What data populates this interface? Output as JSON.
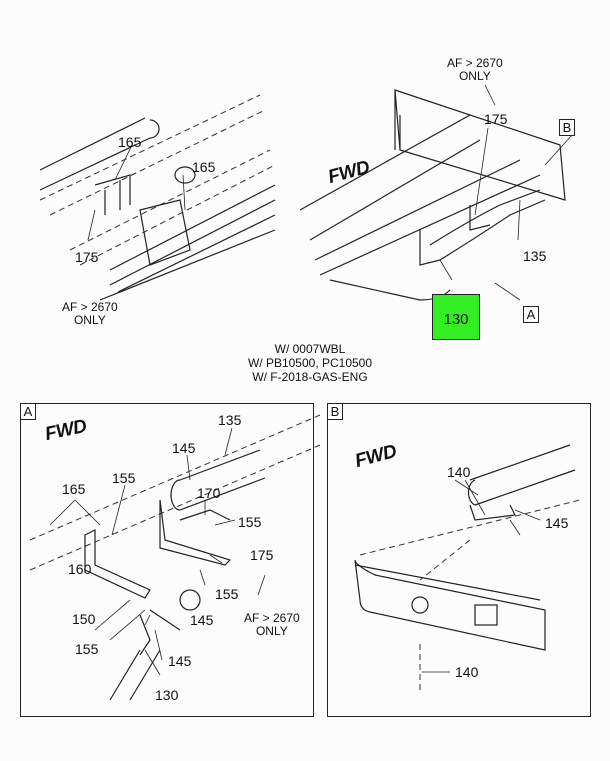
{
  "top_left": {
    "callouts": [
      "165",
      "165",
      "175"
    ],
    "note": "AF > 2670\nONLY",
    "note_lines": [
      "AF > 2670",
      "ONLY"
    ]
  },
  "top_right": {
    "note_lines": [
      "AF > 2670",
      "ONLY"
    ],
    "callouts": [
      "175",
      "135",
      "130"
    ],
    "fwd": "FWD",
    "view_a": "A",
    "view_b": "B",
    "highlight_color": "#33ee22"
  },
  "conditions": [
    "W/ 0007WBL",
    "W/ PB10500, PC10500",
    "W/ F-2018-GAS-ENG"
  ],
  "detail_a": {
    "label": "A",
    "fwd": "FWD",
    "callouts": [
      "135",
      "145",
      "165",
      "155",
      "170",
      "155",
      "175",
      "155",
      "160",
      "150",
      "145",
      "155",
      "145",
      "130"
    ],
    "note_lines": [
      "AF > 2670",
      "ONLY"
    ]
  },
  "detail_b": {
    "label": "B",
    "fwd": "FWD",
    "callouts": [
      "140",
      "145",
      "140"
    ]
  }
}
